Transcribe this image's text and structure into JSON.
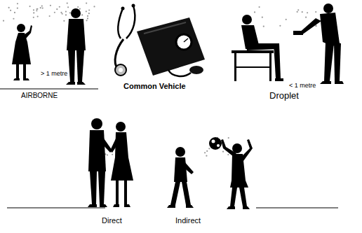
{
  "diagram": {
    "labels": [
      "> 1 metre",
      "AIRBORNE",
      "Common Vehicle",
      "< 1 metre",
      "Droplet",
      "Direct",
      "Indirect"
    ]
  }
}
